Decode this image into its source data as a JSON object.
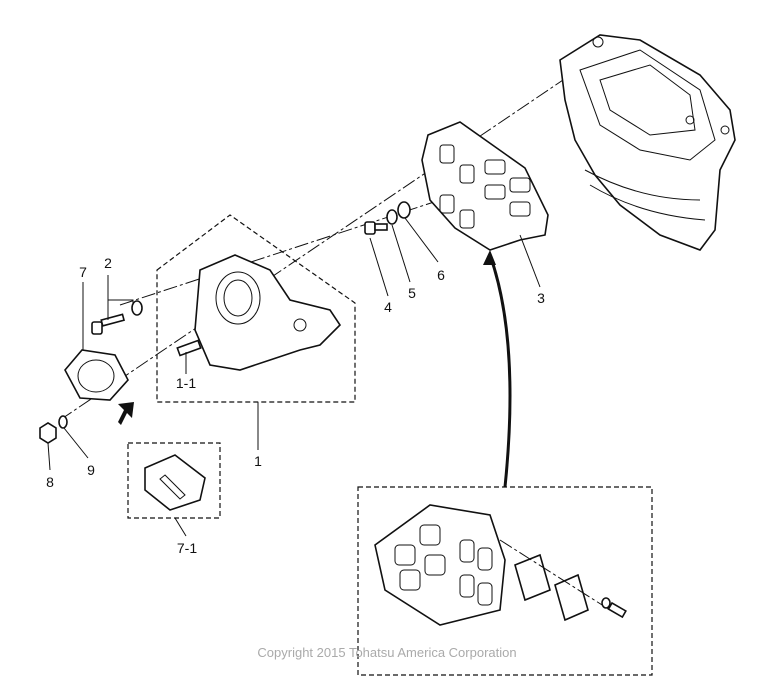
{
  "labels": {
    "p1": "1",
    "p1_1": "1-1",
    "p2": "2",
    "p3": "3",
    "p4": "4",
    "p5": "5",
    "p6": "6",
    "p7": "7",
    "p7_1": "7-1",
    "p8": "8",
    "p9": "9"
  },
  "copyright": "Copyright 2015 Tohatsu America Corporation"
}
